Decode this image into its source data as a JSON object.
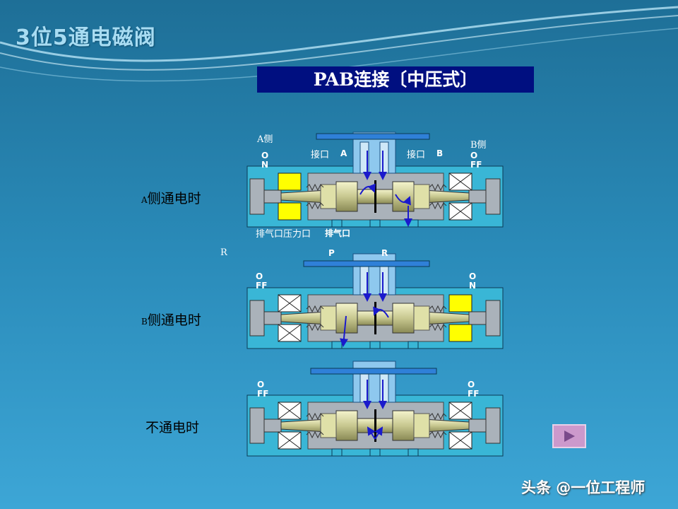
{
  "slide": {
    "title": "3位5通电磁阀",
    "subtitle": "PAB连接〔中压式〕"
  },
  "rows": [
    {
      "label_small": "A",
      "label_main": "侧通电时"
    },
    {
      "label_small": "B",
      "label_main": "侧通电时"
    },
    {
      "label_small": "",
      "label_main": "不通电时"
    }
  ],
  "labels": {
    "a_side": "A侧",
    "b_side": "B侧",
    "port_a_text": "接口",
    "port_a_letter": "A",
    "port_b_text": "接口",
    "port_b_letter": "B",
    "exhaust_pressure": "排气口压力口",
    "exhaust_bold": "排气口",
    "r_left": "R",
    "p_port": "P",
    "r_right": "R",
    "row1_left_state": "ON",
    "row1_right_state": "OFF",
    "row2_left_state": "OFF",
    "row2_right_state": "ON",
    "row3_left_state": "OFF",
    "row3_right_state": "OFF"
  },
  "nav": {
    "next_icon": "play-triangle-icon"
  },
  "watermark": "头条 @一位工程师",
  "colors": {
    "banner_bg": "#000f80",
    "body_cyan": "#39b6d6",
    "body_grey": "#aab2ba",
    "coil_yellow": "#ffff00",
    "flow_blue": "#1a1acc",
    "pipe_blue": "#2f80d8"
  }
}
